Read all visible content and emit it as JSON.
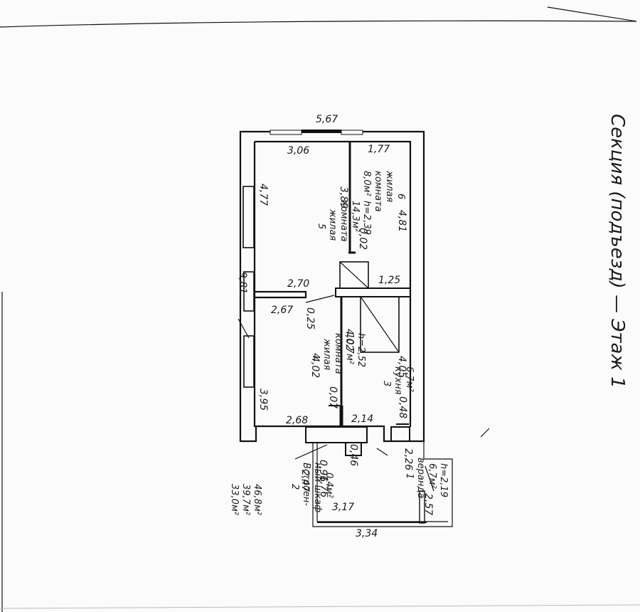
{
  "title": "Секция (подъезд) — Этаж 1",
  "overall": {
    "width_top": "5,67",
    "height_left": "9,81"
  },
  "rooms": [
    {
      "id": "r6",
      "number": "6",
      "name_l1": "жилая",
      "name_l2": "комната",
      "area": "8,0м²"
    },
    {
      "id": "r5",
      "number": "5",
      "name_l1": "жилая",
      "name_l2": "комната",
      "area": "14,3м²",
      "height": "h=2,39"
    },
    {
      "id": "r4",
      "number": "4",
      "name_l1": "жилая",
      "name_l2": "комната",
      "area": "10,7м²",
      "height": "h=2,52"
    },
    {
      "id": "r3",
      "number": "3",
      "name_l1": "кухня",
      "area": "6,7м²"
    },
    {
      "id": "r2",
      "number": "2",
      "name_l1": "Встроен-",
      "name_l2": "ный шкаф",
      "area": "0,4м²"
    },
    {
      "id": "r1",
      "number": "1",
      "name_l1": "веранда",
      "area": "6,7м²",
      "height": "h=2,19"
    }
  ],
  "dimensions": {
    "d306": "3,06",
    "d177": "1,77",
    "d477": "4,77",
    "d389": "3,89",
    "d481": "4,81",
    "d002": "0,02",
    "d125": "1,25",
    "d270": "2,70",
    "d267": "2,67",
    "d025": "0,25",
    "d402a": "4,02",
    "d402b": "4,02",
    "d405": "4,05",
    "d395": "3,95",
    "d007": "0,07",
    "d048": "0,48",
    "d268": "2,68",
    "d214": "2,14",
    "d046": "0,46",
    "d096": "0,96",
    "d176": "1,76",
    "d247": "2,47",
    "d226": "2,26",
    "d257": "2,57",
    "d317": "3,17",
    "d334": "3,34"
  },
  "totals": [
    "33,0м²",
    "39,7м²",
    "46,8м²"
  ]
}
